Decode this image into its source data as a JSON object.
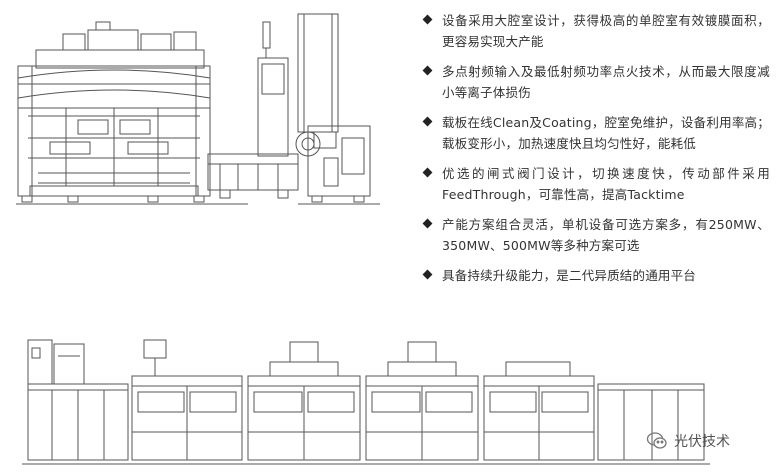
{
  "features": [
    {
      "text": "设备采用大腔室设计，获得极高的单腔室有效镀膜面积，更容易实现大产能"
    },
    {
      "text": "多点射频输入及最低射频功率点火技术，从而最大限度减小等离子体损伤"
    },
    {
      "text": "载板在线Clean及Coating，腔室免维护，设备利用率高；载板变形小，加热速度快且均匀性好，能耗低"
    },
    {
      "text": "优选的闸式阀门设计，切换速度快，传动部件采用FeedThrough，可靠性高，提高Tacktime"
    },
    {
      "text": "产能方案组合灵活，单机设备可选方案多，有250MW、350MW、500MW等多种方案可选"
    },
    {
      "text": "具备持续升级能力，是二代异质结的通用平台"
    }
  ],
  "watermark": {
    "label": "光伏技术",
    "icon": "wechat-icon"
  },
  "colors": {
    "line": "#555555",
    "text": "#333333",
    "bullet": "#222222"
  }
}
